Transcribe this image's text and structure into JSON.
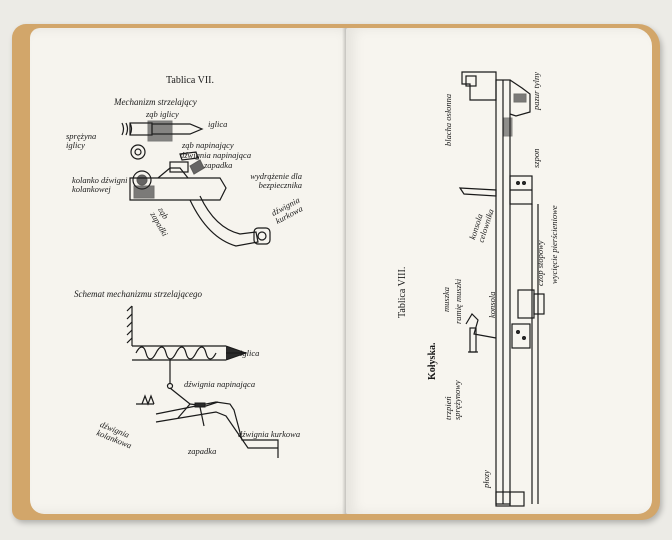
{
  "left_page": {
    "plate_title": "Tablica VII.",
    "upper_figure": {
      "caption": "Mechanizm strzelający",
      "labels": {
        "zab_iglicy": "ząb iglicy",
        "iglica": "iglica",
        "sprezyna_iglicy": "sprężyna iglicy",
        "zab_napinajacy": "ząb napinający",
        "dzwignia_napinajaca": "dźwignia napinająca",
        "kolanko_dzwigni": "kolanko dźwigni kolankowej",
        "zapadka": "zapadka",
        "wydrazenie": "wydrążenie dla bezpiecznika",
        "dzwignia_kurkowa": "dźwignia kurkowa",
        "zab_zapadki": "ząb zapadki"
      }
    },
    "lower_figure": {
      "caption": "Schemat mechanizmu strzelającego",
      "labels": {
        "iglica": "iglica",
        "dzwignia_napinajaca": "dźwignia napinająca",
        "dzwignia_kolankowa": "dźwignia kolankowa",
        "dzwignia_kurkowa": "dźwignia kurkowa",
        "zapadka": "zapadka"
      }
    }
  },
  "right_page": {
    "plate_title": "Tablica VIII.",
    "figure_caption": "Kołyska.",
    "labels": {
      "blacha_oslonna": "blacha osłonna",
      "pazur_tylny": "pazur tylny",
      "sworzen": "szpon",
      "konsola_celownika": "konsola celownika",
      "wyciecie_pierscieniowe": "wycięcie pierścieniowe",
      "czop_stopowy": "czop stopowy",
      "muszka": "muszka",
      "ramie_muszki": "ramię muszki",
      "konsola": "konsola",
      "trzpien_sprezynowy": "trzpień sprężynowy",
      "plozy": "płozy"
    }
  }
}
